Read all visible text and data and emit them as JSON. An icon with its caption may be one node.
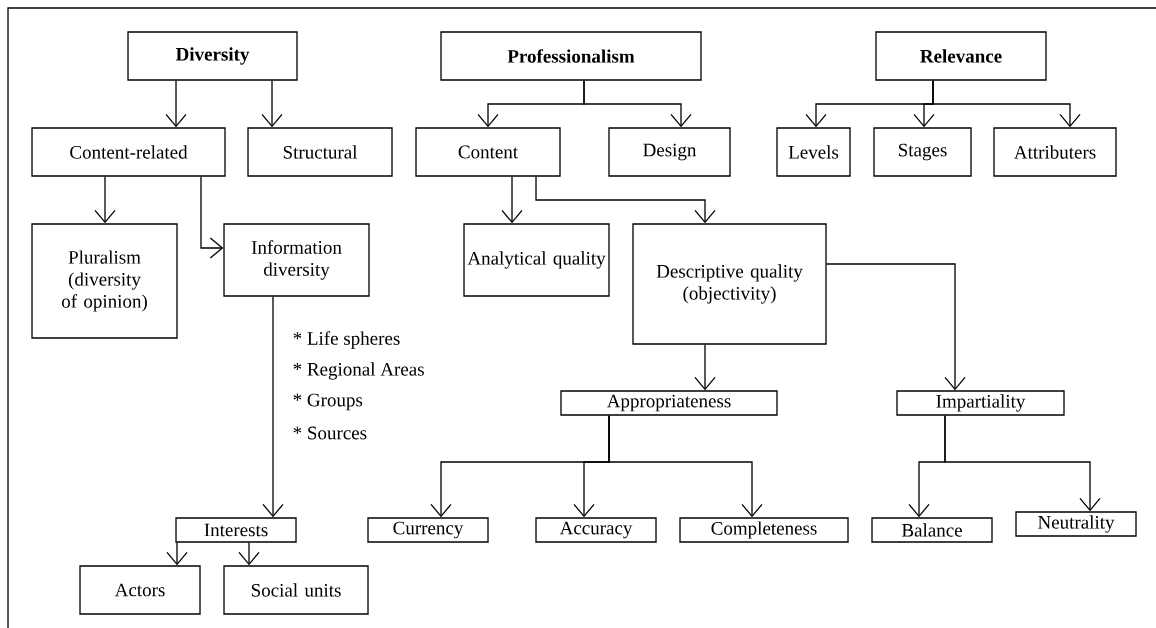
{
  "diagram": {
    "nodes": [
      {
        "text": [
          "Diversity"
        ]
      },
      {
        "text": [
          "Professionalism"
        ]
      },
      {
        "text": [
          "Relevance"
        ]
      },
      {
        "text": [
          "Content-related"
        ]
      },
      {
        "text": [
          "Structural"
        ]
      },
      {
        "text": [
          "Content"
        ]
      },
      {
        "text": [
          "Design"
        ]
      },
      {
        "text": [
          "Levels"
        ]
      },
      {
        "text": [
          "Stages"
        ]
      },
      {
        "text": [
          "Attributers"
        ]
      },
      {
        "text": [
          "Pluralism (diversity of opinion)"
        ]
      },
      {
        "text": [
          "Information diversity"
        ]
      },
      {
        "text": [
          "Analytical quality"
        ]
      },
      {
        "text": [
          "Descriptive quality (objectivity)"
        ]
      },
      {
        "text": [
          "Appropriateness"
        ]
      },
      {
        "text": [
          "Impartiality"
        ]
      },
      {
        "text": [
          "Interests"
        ]
      },
      {
        "text": [
          "Currency"
        ]
      },
      {
        "text": [
          "Accuracy"
        ]
      },
      {
        "text": [
          "Completeness"
        ]
      },
      {
        "text": [
          "Balance"
        ]
      },
      {
        "text": [
          "Neutrality"
        ]
      },
      {
        "text": [
          "Actors"
        ]
      },
      {
        "text": [
          "Social units"
        ]
      }
    ],
    "edges": [
      {
        "from": 0,
        "to": 3,
        "arrow": "to"
      },
      {
        "from": 0,
        "to": 4,
        "arrow": "to"
      },
      {
        "from": 1,
        "to": 5,
        "arrow": "to"
      },
      {
        "from": 1,
        "to": 6,
        "arrow": "to"
      },
      {
        "from": 2,
        "to": 7,
        "arrow": "to"
      },
      {
        "from": 2,
        "to": 8,
        "arrow": "to"
      },
      {
        "from": 2,
        "to": 9,
        "arrow": "to"
      },
      {
        "from": 3,
        "to": 10,
        "arrow": "to"
      },
      {
        "from": 3,
        "to": 11,
        "arrow": "to"
      },
      {
        "from": 5,
        "to": 12,
        "arrow": "to"
      },
      {
        "from": 5,
        "to": 13,
        "arrow": "to"
      },
      {
        "from": 13,
        "to": 14,
        "arrow": "to"
      },
      {
        "from": 13,
        "to": 15,
        "arrow": "to"
      },
      {
        "from": 11,
        "to": 16,
        "arrow": "to"
      },
      {
        "from": 14,
        "to": 17,
        "arrow": "to"
      },
      {
        "from": 14,
        "to": 18,
        "arrow": "to"
      },
      {
        "from": 14,
        "to": 19,
        "arrow": "to"
      },
      {
        "from": 15,
        "to": 20,
        "arrow": "to"
      },
      {
        "from": 15,
        "to": 21,
        "arrow": "to"
      },
      {
        "from": 16,
        "to": 22,
        "arrow": "to"
      },
      {
        "from": 16,
        "to": 23,
        "arrow": "to"
      }
    ],
    "labels": [
      "* Life spheres",
      "* Regional Areas",
      "* Groups",
      "* Sources"
    ]
  }
}
